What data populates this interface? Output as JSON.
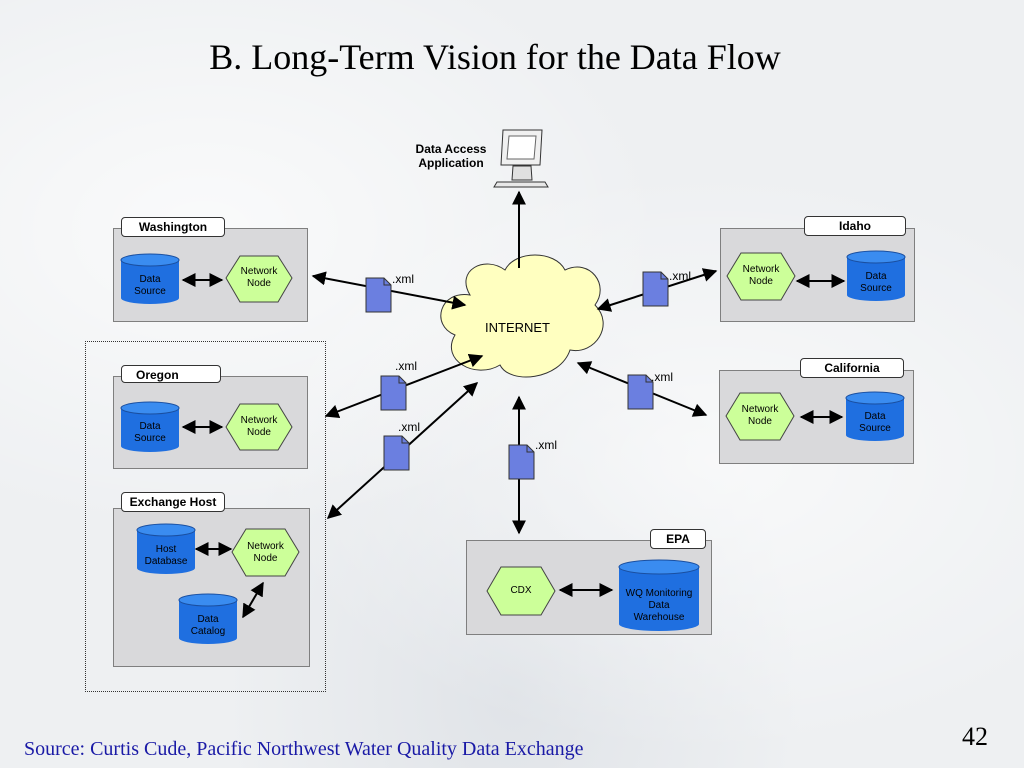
{
  "title": "B. Long-Term Vision for the Data Flow",
  "source": "Source: Curtis Cude, Pacific Northwest Water Quality Data Exchange",
  "page_number": "42",
  "app_label": [
    "Data Access",
    "Application"
  ],
  "internet_label": "INTERNET",
  "xml_label": ".xml",
  "panels": {
    "washington": {
      "title": "Washington",
      "source": [
        "Data",
        "Source"
      ],
      "node": [
        "Network",
        "Node"
      ]
    },
    "idaho": {
      "title": "Idaho",
      "source": [
        "Data",
        "Source"
      ],
      "node": [
        "Network",
        "Node"
      ]
    },
    "oregon": {
      "title": "Oregon",
      "source": [
        "Data",
        "Source"
      ],
      "node": [
        "Network",
        "Node"
      ]
    },
    "california": {
      "title": "California",
      "source": [
        "Data",
        "Source"
      ],
      "node": [
        "Network",
        "Node"
      ]
    },
    "exchange_host": {
      "title": "Exchange Host",
      "host_db": [
        "Host",
        "Database"
      ],
      "catalog": [
        "Data",
        "Catalog"
      ],
      "node": [
        "Network",
        "Node"
      ]
    },
    "epa": {
      "title": "EPA",
      "cdx": "CDX",
      "warehouse": [
        "WQ Monitoring",
        "Data",
        "Warehouse"
      ]
    }
  },
  "colors": {
    "cylinder": "#1f6fe0",
    "cylinder_top": "#3a8cf0",
    "hexagon": "#ccff99",
    "panel": "#d9d9db",
    "document": "#6b7fe0",
    "cloud": "#ffffc0"
  }
}
